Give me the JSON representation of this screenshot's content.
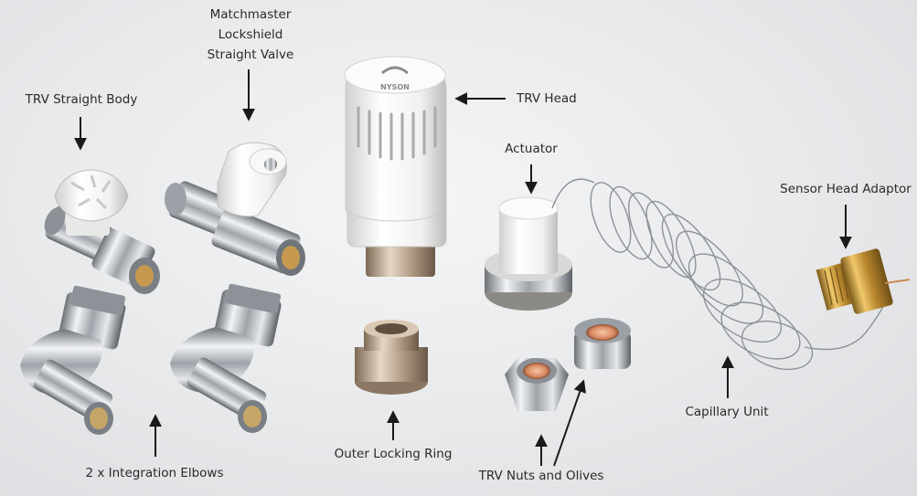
{
  "labels": {
    "matchmaster_line1": "Matchmaster",
    "matchmaster_line2": "Lockshield",
    "matchmaster_line3": "Straight Valve",
    "trv_straight_body": "TRV Straight Body",
    "trv_head": "TRV Head",
    "actuator": "Actuator",
    "sensor_head_adaptor": "Sensor Head Adaptor",
    "integration_elbows": "2 x Integration Elbows",
    "outer_locking_ring": "Outer Locking Ring",
    "trv_nuts_olives": "TRV Nuts and Olives",
    "capillary_unit": "Capillary Unit"
  },
  "logo_text": "NYSON",
  "colors": {
    "background": "#e9eaec",
    "chrome": "#bfc3c8",
    "white_plastic": "#f7f7f5",
    "brass": "#c99a3a",
    "label_text": "#2a2a2a"
  }
}
